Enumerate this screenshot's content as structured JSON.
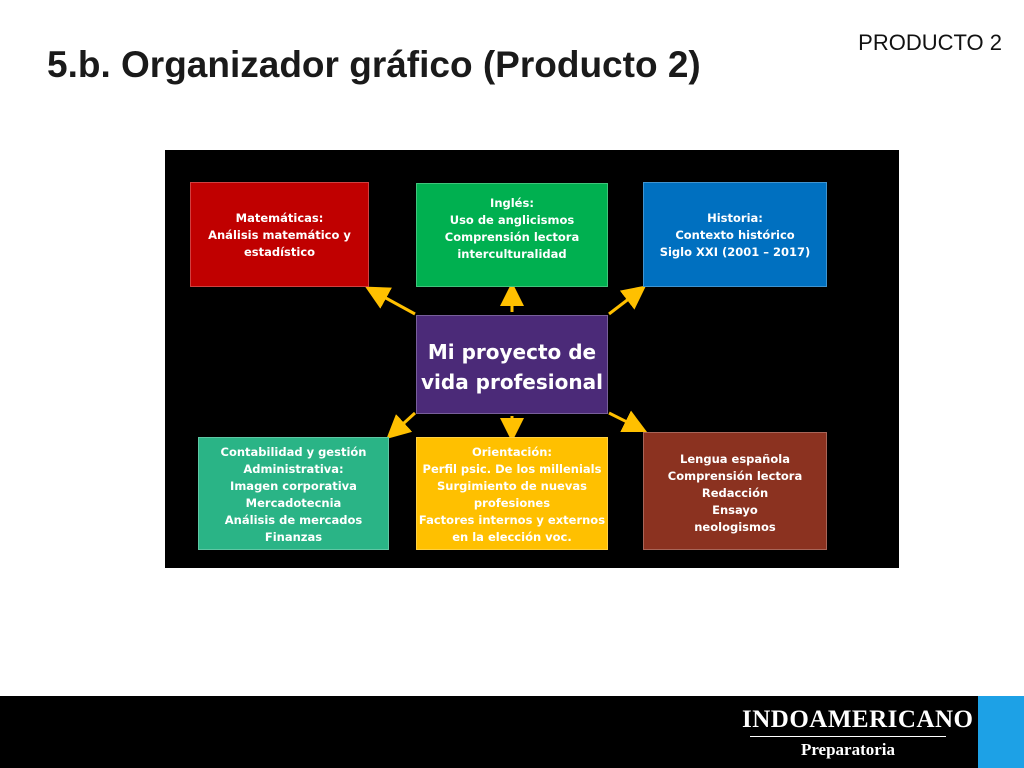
{
  "slide": {
    "tag": "PRODUCTO 2",
    "title": "5.b. Organizador gráfico (Producto 2)"
  },
  "diagram": {
    "center": [
      "Mi proyecto de",
      "vida profesional"
    ],
    "nodes": {
      "matematicas": [
        "Matemáticas:",
        "Análisis matemático y",
        "estadístico"
      ],
      "ingles": [
        "Inglés:",
        "Uso de anglicismos",
        "Comprensión lectora",
        "interculturalidad"
      ],
      "historia": [
        "Historia:",
        "Contexto histórico",
        "Siglo XXI (2001 – 2017)"
      ],
      "contabilidad": [
        "Contabilidad y gestión",
        "Administrativa:",
        "Imagen corporativa",
        "Mercadotecnia",
        "Análisis de mercados",
        "Finanzas"
      ],
      "orientacion": [
        "Orientación:",
        "Perfil psic. De los millenials",
        "Surgimiento de nuevas",
        "profesiones",
        "Factores internos y externos",
        "en la elección voc."
      ],
      "lengua": [
        "Lengua española",
        "Comprensión lectora",
        "Redacción",
        "Ensayo",
        "neologismos"
      ]
    },
    "colors": {
      "background": "#000000",
      "arrow": "#ffc000",
      "matematicas": "#c00000",
      "ingles": "#00b050",
      "historia": "#0070c0",
      "center": "#4b2a78",
      "contabilidad": "#2ab486",
      "orientacion": "#ffc000",
      "lengua": "#8b3220"
    }
  },
  "footer": {
    "brand_name": "INDOAMERICANO",
    "brand_sub": "Preparatoria",
    "accent_color": "#1da1e6"
  }
}
